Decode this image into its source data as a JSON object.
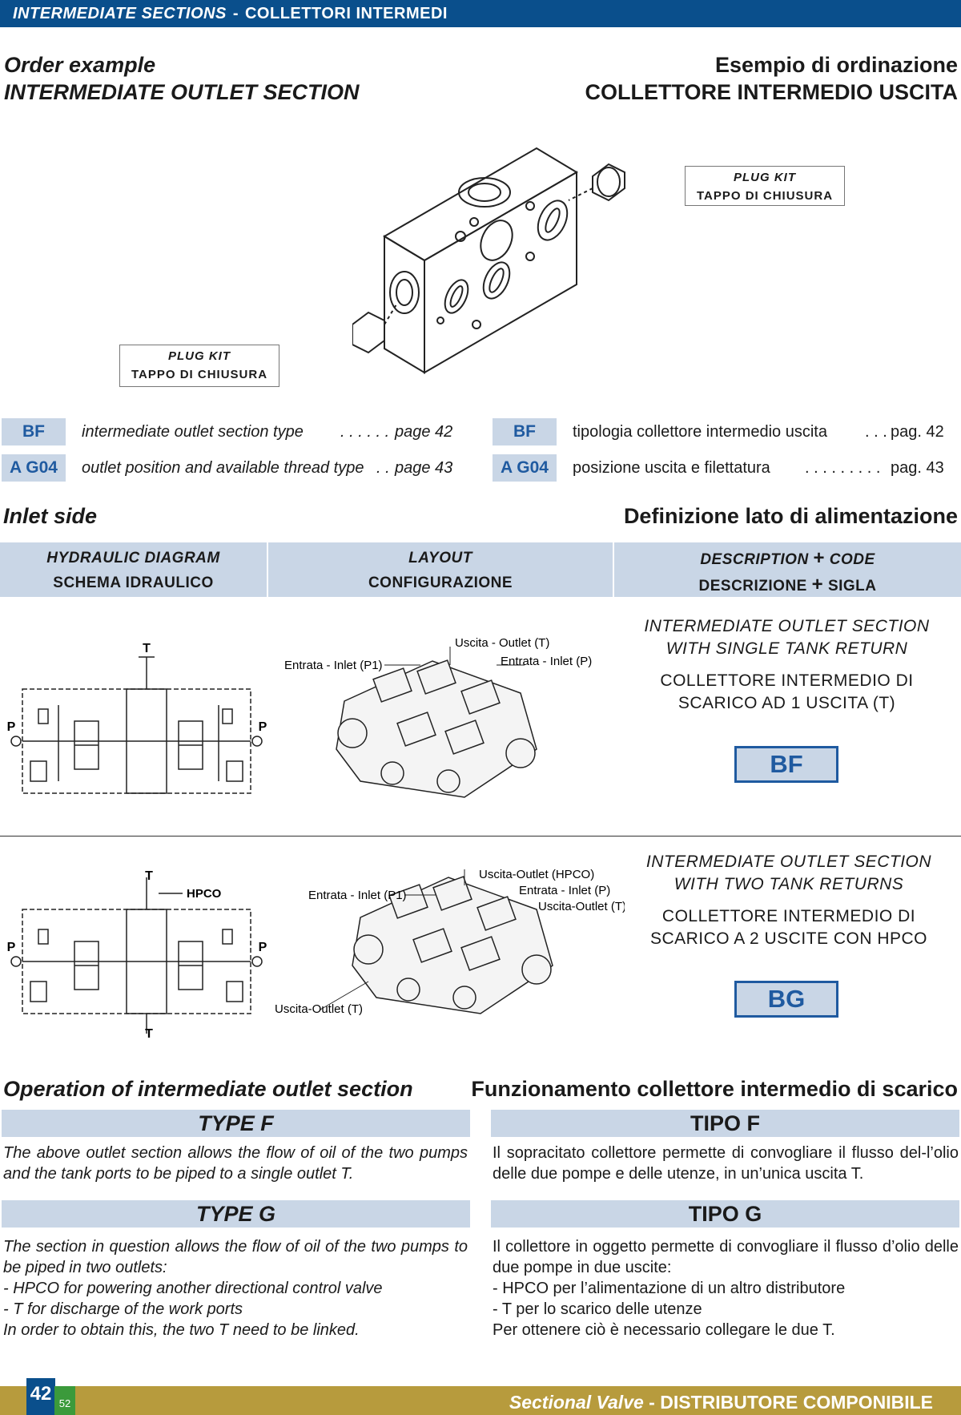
{
  "header": {
    "title_en": "INTERMEDIATE SECTIONS",
    "dash": "-",
    "title_it": "COLLETTORI INTERMEDI"
  },
  "order": {
    "en_line1": "Order example",
    "en_line2": "INTERMEDIATE OUTLET SECTION",
    "it_line1": "Esempio di ordinazione",
    "it_line2": "COLLETTORE INTERMEDIO USCITA"
  },
  "plug_kit": {
    "en": "PLUG KIT",
    "it": "TAPPO DI CHIUSURA"
  },
  "codes": [
    {
      "code": "BF",
      "en": "intermediate outlet section type",
      "en_dots": ". . . . . .",
      "en_page": "page 42",
      "it": "tipologia collettore intermedio uscita",
      "it_dots": ". . .",
      "it_page": "pag. 42"
    },
    {
      "code": "A G04",
      "en": "outlet position and available thread type",
      "en_dots": ". .",
      "en_page": "page 43",
      "code_it": "A G04",
      "it": "posizione uscita e filettatura",
      "it_dots": ". . . . . . . . .",
      "it_page": "pag. 43"
    }
  ],
  "inlet": {
    "en": "Inlet side",
    "it": "Definizione lato di alimentazione"
  },
  "table_head": {
    "col1_en": "HYDRAULIC DIAGRAM",
    "col1_it": "SCHEMA IDRAULICO",
    "col2_en": "LAYOUT",
    "col2_it": "CONFIGURAZIONE",
    "col3_en": "DESCRIPTION",
    "col3_plus": "+",
    "col3_en2": "CODE",
    "col3_it": "DESCRIZIONE",
    "col3_it2": "SIGLA"
  },
  "row1": {
    "desc_en": "INTERMEDIATE OUTLET SECTION WITH SINGLE TANK RETURN",
    "desc_it": "COLLETTORE INTERMEDIO DI SCARICO AD 1 USCITA (T)",
    "code": "BF",
    "label_inlet_p1": "Entrata - Inlet (P1)",
    "label_outlet_t": "Uscita - Outlet (T)",
    "label_inlet_p": "Entrata - Inlet (P)",
    "diag_t": "T",
    "diag_p": "P"
  },
  "row2": {
    "desc_en": "INTERMEDIATE OUTLET SECTION WITH TWO TANK RETURNS",
    "desc_it": "COLLETTORE INTERMEDIO DI SCARICO A 2 USCITE CON HPCO",
    "code": "BG",
    "label_inlet_p1": "Entrata - Inlet (P1)",
    "label_outlet_hpco": "Uscita-Outlet (HPCO)",
    "label_inlet_p": "Entrata - Inlet (P)",
    "label_outlet_t_right": "Uscita-Outlet (T)",
    "label_outlet_t_left": "Uscita-Outlet (T)",
    "diag_t": "T",
    "diag_hpco": "HPCO",
    "diag_p": "P"
  },
  "operation": {
    "title_en": "Operation of intermediate outlet section",
    "title_it": "Funzionamento collettore intermedio di scarico",
    "type_f_en": "TYPE F",
    "type_f_it": "TIPO F",
    "type_f_text_en": "The above outlet section allows the flow of oil of the two pumps and the tank ports to be piped to a single outlet T.",
    "type_f_text_it": "Il sopracitato collettore permette di convogliare il flusso del-l’olio delle due pompe e delle utenze, in un’unica uscita T.",
    "type_g_en": "TYPE G",
    "type_g_it": "TIPO G",
    "type_g_en_l1": "The section in question allows the flow of oil of the two pumps to be piped in two outlets:",
    "type_g_en_l2": "- HPCO for powering another directional control valve",
    "type_g_en_l3": "- T for discharge of the work ports",
    "type_g_en_l4": "In order to obtain this, the two T need to be linked.",
    "type_g_it_l1": "Il collettore in oggetto permette di convogliare il flusso d’olio delle due pompe in due uscite:",
    "type_g_it_l2": "- HPCO per l’alimentazione di un altro distributore",
    "type_g_it_l3": "- T per lo scarico delle utenze",
    "type_g_it_l4": "Per ottenere ciò è necessario collegare le due T."
  },
  "footer": {
    "page": "42",
    "page_small": "52",
    "text_en": "Sectional Valve",
    "dash": "-",
    "text_it": "DISTRIBUTORE COMPONIBILE"
  },
  "colors": {
    "header_blue": "#0a4f8c",
    "light_blue": "#c9d6e6",
    "code_blue": "#1f5aa0",
    "footer_gold": "#b79b3d",
    "footer_green": "#3b9a3b"
  }
}
